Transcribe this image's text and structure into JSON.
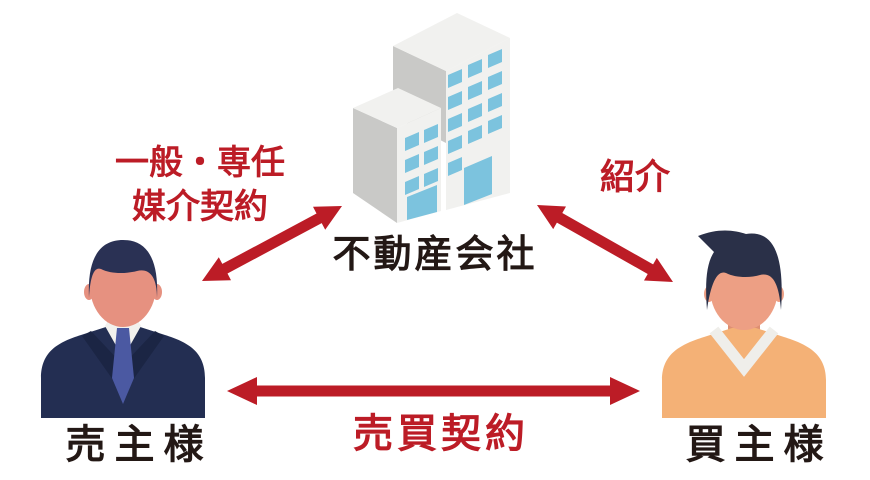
{
  "diagram": {
    "company": {
      "label": "不動産会社"
    },
    "seller": {
      "label": "売主様"
    },
    "buyer": {
      "label": "買主様"
    },
    "relations": {
      "mediation_line1": "一般・専任",
      "mediation_line2": "媒介契約",
      "referral": "紹介",
      "sale": "売買契約"
    },
    "colors": {
      "arrow_red": "#bc1c26",
      "text_dark": "#231815",
      "building_face": "#f1f1ef",
      "building_top": "#f1f1ef",
      "building_side": "#c9c9c7",
      "window_blue": "#7cc3de",
      "suit_navy": "#232e52",
      "suit_shadow_navy": "#1b2544",
      "tie_blue": "#4b59a2",
      "shirt_white": "#f2f1ee",
      "sweater_orange": "#f4b176",
      "collar_white": "#efeeea",
      "skin_seller": "#e69180",
      "skin_buyer": "#ed9f84",
      "skin_shadow": "#d8846e",
      "hair_navy": "#2a3154"
    }
  }
}
